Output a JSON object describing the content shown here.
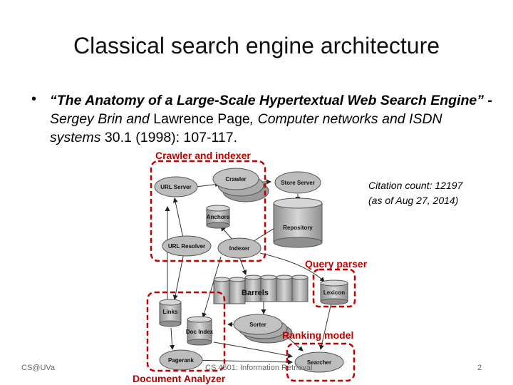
{
  "slide": {
    "title": "Classical search engine architecture",
    "bullet_symbol": "•",
    "bullet": {
      "quote": "“The Anatomy of a Large-Scale Hypertextual Web Search Engine”",
      "sep": " - ",
      "author1": "Sergey Brin and",
      "author2": " Lawrence Page",
      "venue": ", Computer networks and ISDN systems",
      "volume": " 30.1 (1998)",
      "pages": ": 107-117."
    },
    "citation_line1": "Citation count: 12197",
    "citation_line2": "(as of Aug 27, 2014)"
  },
  "diagram": {
    "labels": {
      "crawler_indexer": "Crawler and indexer",
      "query_parser": "Query parser",
      "ranking_model": "Ranking model",
      "document_analyzer": "Document Analyzer"
    },
    "nodes": {
      "url_server": "URL Server",
      "crawler": "Crawler",
      "store_server": "Store Server",
      "anchors": "Anchors",
      "repository": "Repository",
      "url_resolver": "URL Resolver",
      "indexer": "Indexer",
      "barrels": "Barrels",
      "lexicon": "Lexicon",
      "links": "Links",
      "doc_index": "Doc Index",
      "sorter": "Sorter",
      "pagerank": "Pagerank",
      "searcher": "Searcher"
    },
    "colors": {
      "highlight": "#c00000",
      "node": "#b9b9b9"
    }
  },
  "footer": {
    "left": "CS@UVa",
    "center": "CS 4501: Information Retrieval",
    "page": "2"
  }
}
